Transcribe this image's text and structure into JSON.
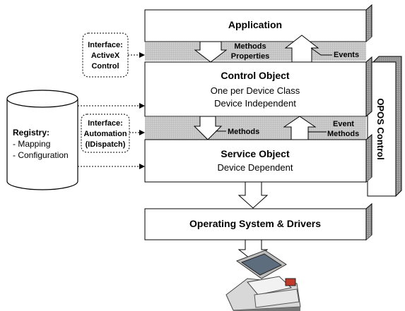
{
  "application": {
    "label": "Application"
  },
  "control_object": {
    "title": "Control Object",
    "line1": "One per Device Class",
    "line2": "Device Independent"
  },
  "service_object": {
    "title": "Service Object",
    "line1": "Device Dependent"
  },
  "os_drivers": {
    "label": "Operating System & Drivers"
  },
  "opos_control": {
    "label": "OPOS Control"
  },
  "interface_activex": {
    "line1": "Interface:",
    "line2": "ActiveX",
    "line3": "Control"
  },
  "interface_automation": {
    "line1": "Interface:",
    "line2": "Automation",
    "line3": "(IDispatch)"
  },
  "registry": {
    "title": "Registry:",
    "item1": "- Mapping",
    "item2": "- Configuration"
  },
  "arrows": {
    "app_to_control_line1": "Methods",
    "app_to_control_line2": "Properties",
    "control_to_app": "Events",
    "control_to_service": "Methods",
    "service_to_control_line1": "Event",
    "service_to_control_line2": "Methods"
  },
  "colors": {
    "box_face": "#ffffff",
    "box_side": "#9a9a9a",
    "box_edge": "#000000",
    "arrow_fill": "#ffffff"
  },
  "device_image": {
    "name": "pos-terminal"
  }
}
